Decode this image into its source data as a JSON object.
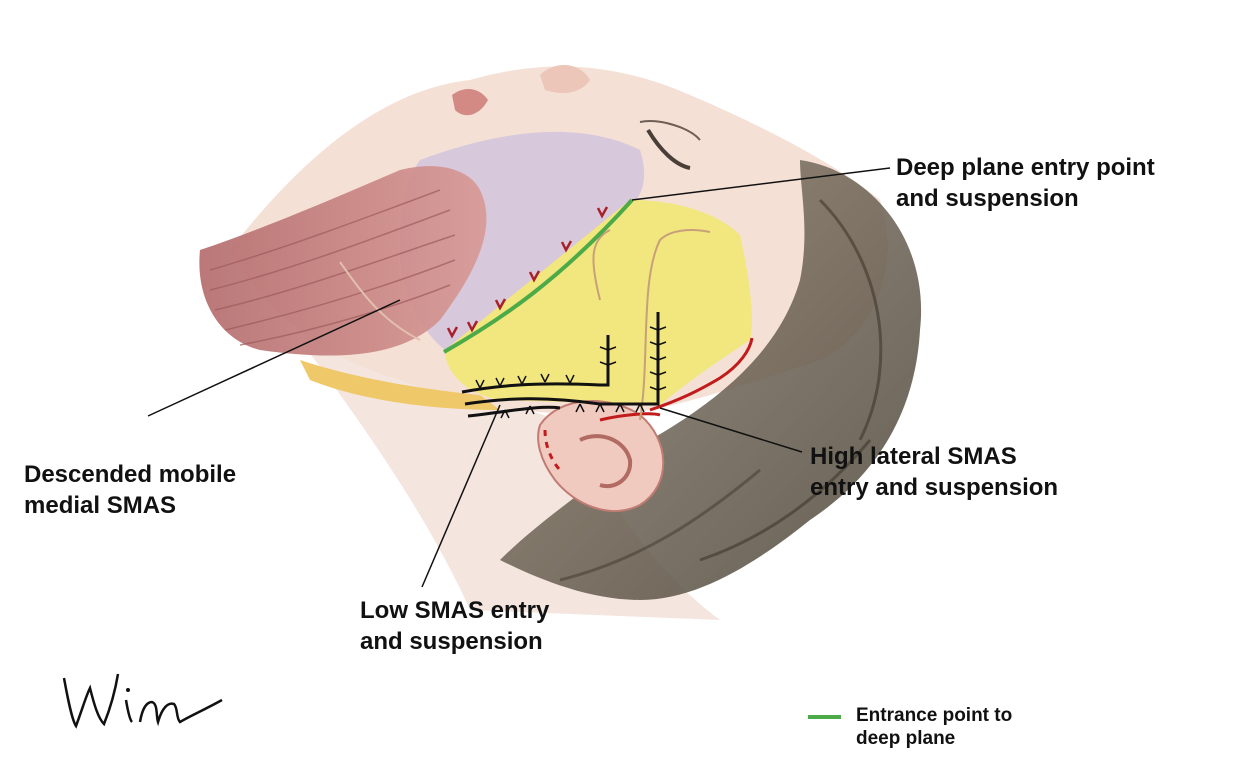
{
  "labels": {
    "deep_plane": "Deep plane entry point\nand suspension",
    "medial_smas": "Descended mobile\nmedial SMAS",
    "high_lateral": "High lateral SMAS\nentry and suspension",
    "low_smas": "Low SMAS entry\nand suspension"
  },
  "legend": {
    "text": "Entrance point to\ndeep plane",
    "color": "#4caa48"
  },
  "signature": "Winn",
  "colors": {
    "skin": "#f3ded4",
    "smas_yellow": "#f1e77e",
    "platysma": "#c57d7b",
    "hair": "#6b6152",
    "deep_plane_line": "#4caa48",
    "incision_red": "#c21b1b"
  },
  "icons": {
    "face": "face-illustration",
    "ear": "ear-icon"
  }
}
